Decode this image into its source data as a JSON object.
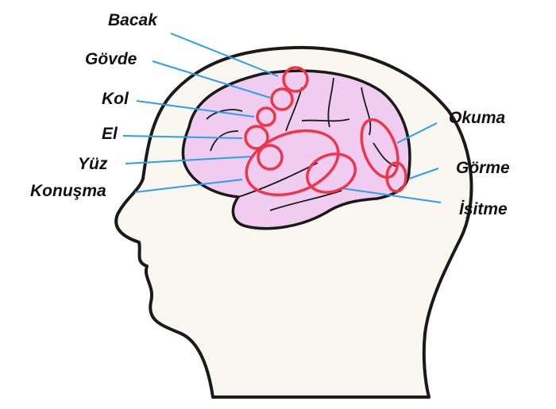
{
  "title": "Beyin bölgeleri",
  "colors": {
    "brain": "#f0cdf0",
    "head": "#faf6f0",
    "outline": "#1a1a1a",
    "region": "#f0344a",
    "leader": "#2a9df4"
  },
  "labels": {
    "bacak": "Bacak",
    "govde": "Gövde",
    "kol": "Kol",
    "el": "El",
    "yuz": "Yüz",
    "konusma": "Konuşma",
    "okuma": "Okuma",
    "gorme": "Görme",
    "isitme": "İşitme"
  }
}
